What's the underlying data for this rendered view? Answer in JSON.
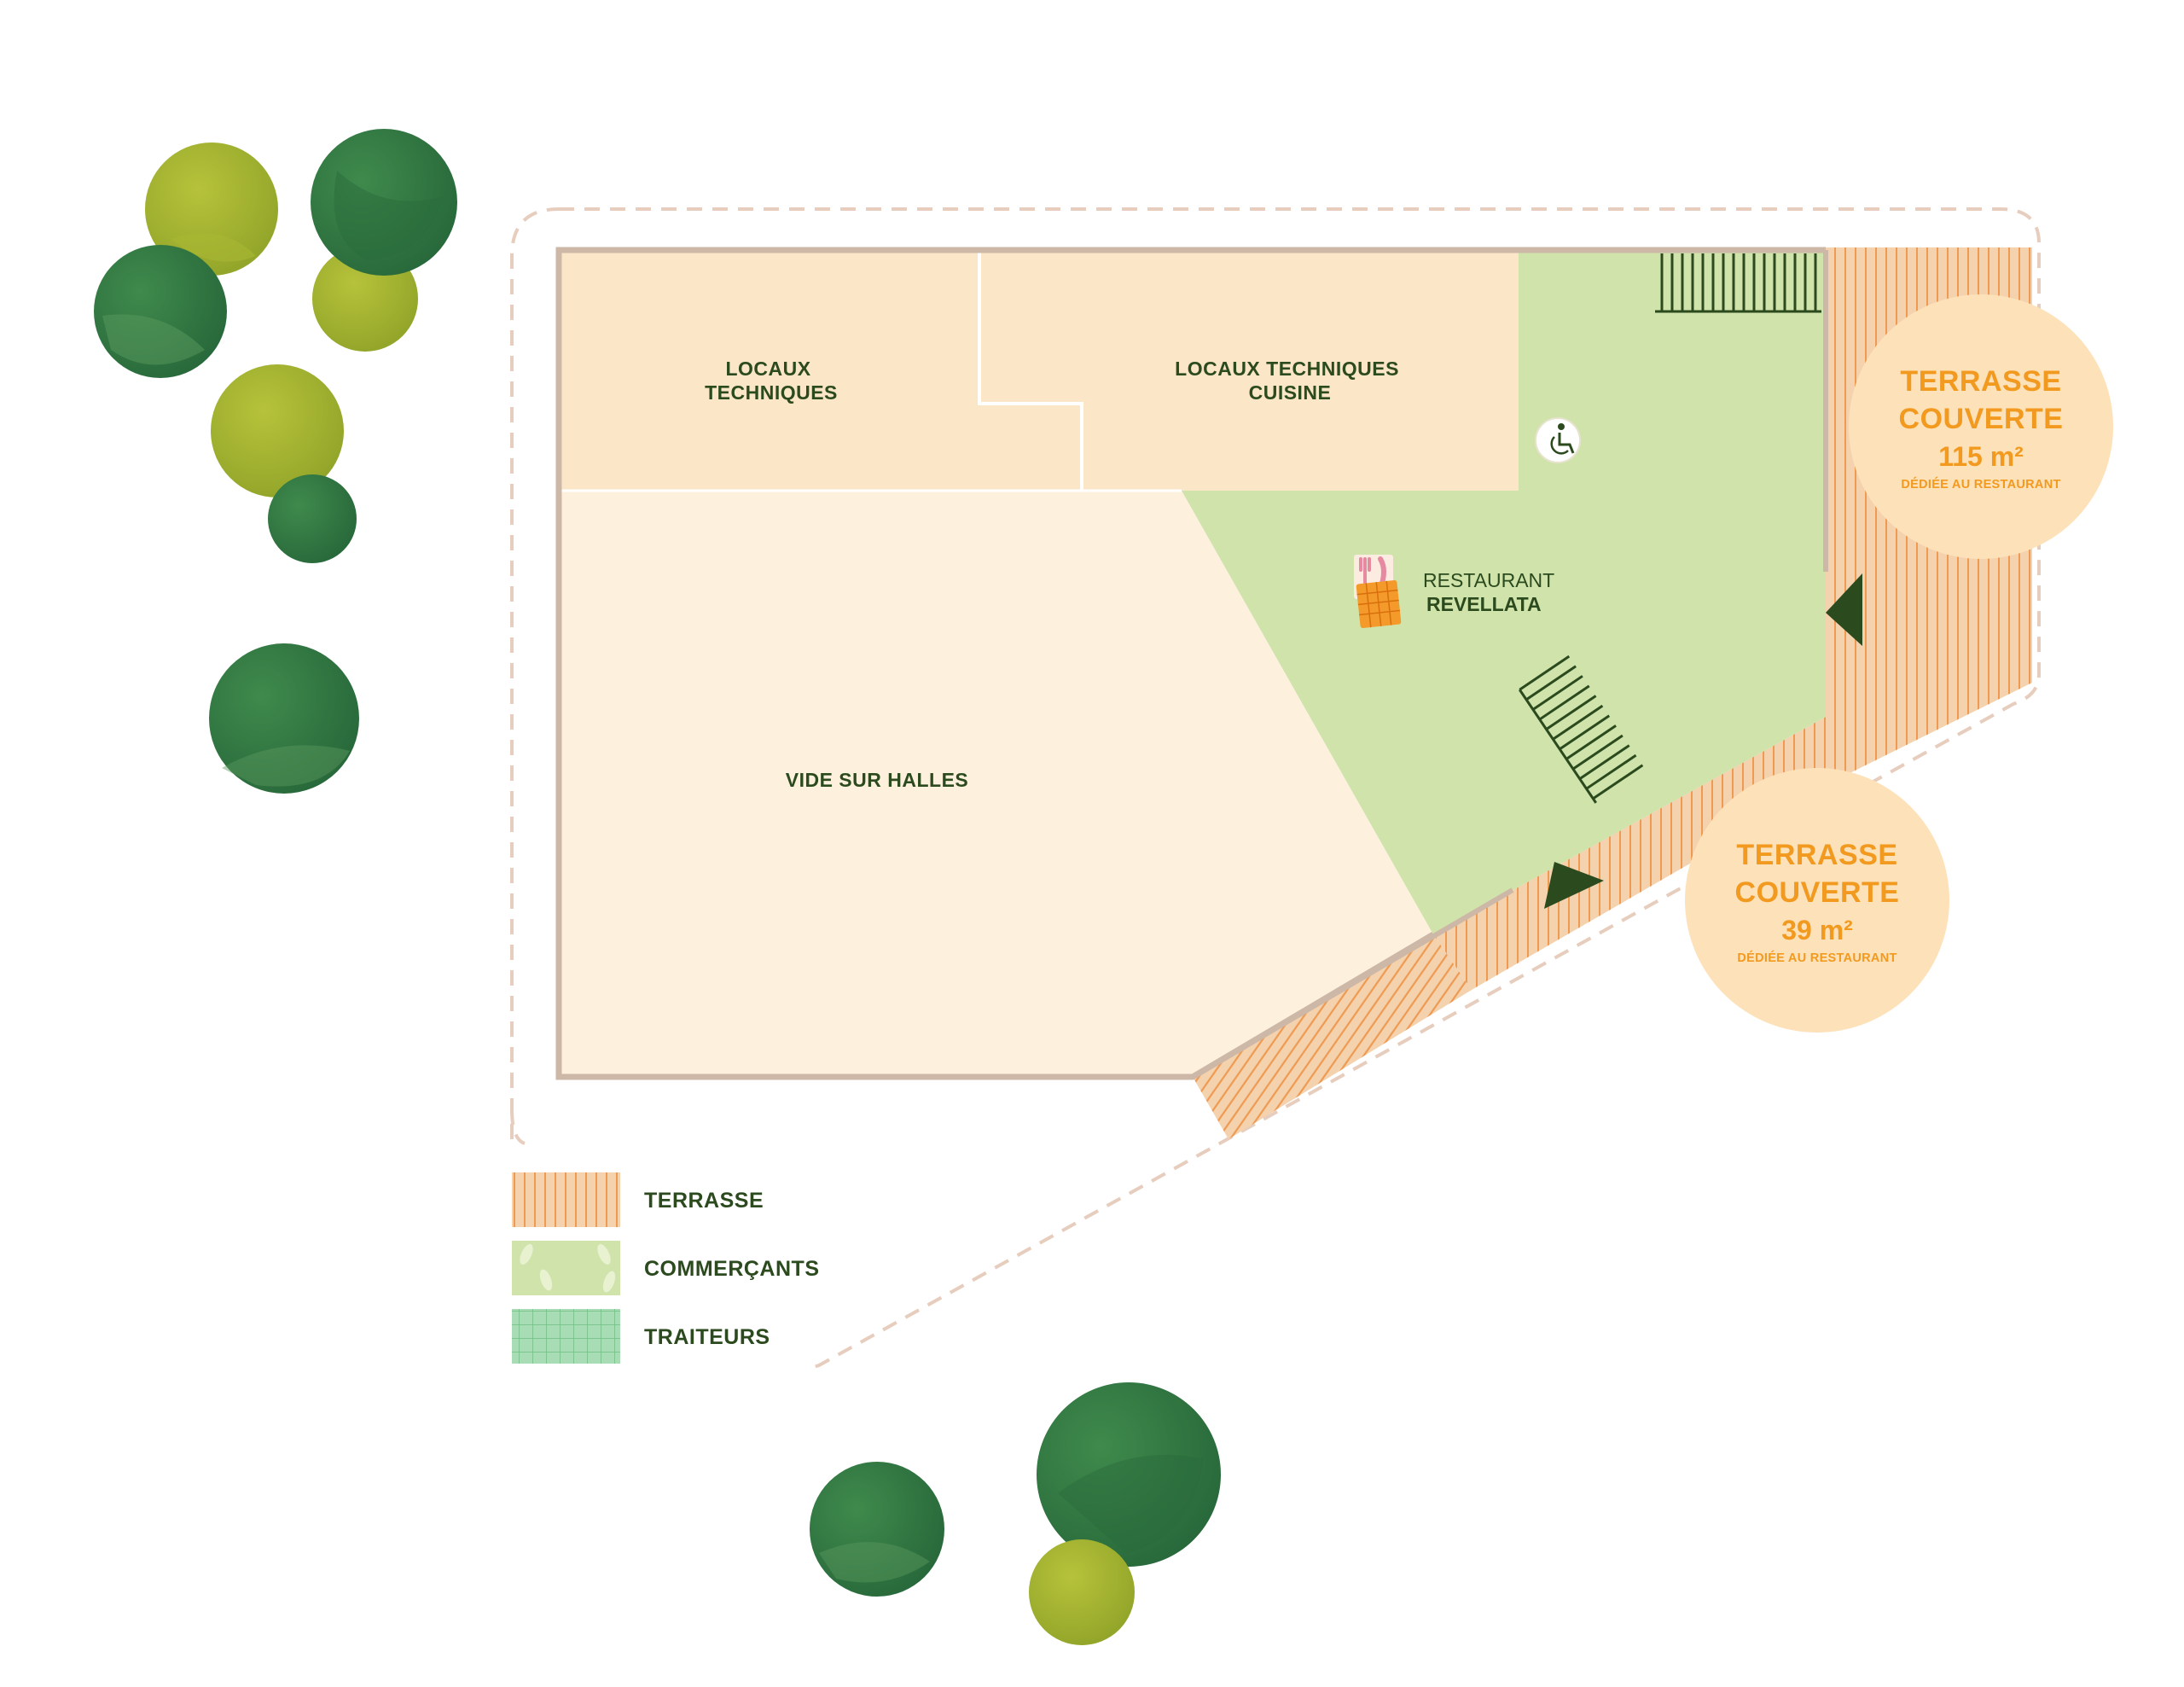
{
  "rooms": {
    "locaux_techniques": "LOCAUX\nTECHNIQUES",
    "locaux_techniques_cuisine": "LOCAUX TECHNIQUES\nCUISINE",
    "vide_sur_halles": "VIDE SUR HALLES"
  },
  "restaurant": {
    "line1": "RESTAURANT",
    "line2": "REVELLATA"
  },
  "terrasse_large": {
    "line1": "TERRASSE",
    "line2": "COUVERTE",
    "area": "115 m²",
    "note": "DÉDIÉE AU RESTAURANT"
  },
  "terrasse_small": {
    "line1": "TERRASSE",
    "line2": "COUVERTE",
    "area": "39 m²",
    "note": "DÉDIÉE AU RESTAURANT"
  },
  "legend": [
    {
      "key": "terrasse",
      "label": "TERRASSE"
    },
    {
      "key": "commercants",
      "label": "COMMERÇANTS"
    },
    {
      "key": "traiteurs",
      "label": "TRAITEURS"
    }
  ],
  "icons": {
    "accessibility": "wheelchair-icon",
    "restaurant": "cutlery-bag-icon"
  },
  "colors": {
    "terrasse": "#f0c89a",
    "terrasse_stripe": "#ee9a52",
    "commercants": "#cfe3ab",
    "traiteurs": "#a8dcb4",
    "locaux": "#fce6c8",
    "vide": "#fdf1de",
    "dark_green": "#2b4a1e",
    "orange_text": "#f29a1f",
    "badge_bg": "#fde1b9",
    "wall": "#cdb8a8"
  }
}
